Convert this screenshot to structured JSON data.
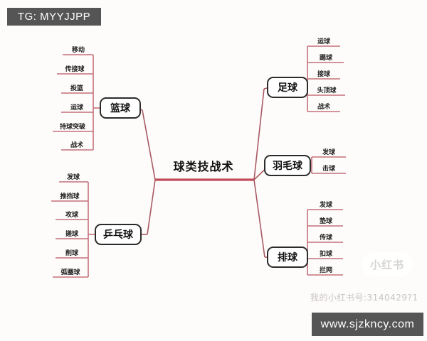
{
  "page": {
    "background": "#fdfcfa",
    "branch_color": "#c4707a",
    "trunk_color": "#c04a56",
    "node_border": "#2b2b2b"
  },
  "overlays": {
    "tg_tag": "TG: MYYJJPP",
    "url_tag": "www.sjzkncy.com",
    "xhs_logo": "小红书",
    "xhs_id": "我的小红书号:3140429?1"
  },
  "mindmap": {
    "center": "球类技战术",
    "branches": [
      {
        "id": "basketball",
        "label": "篮球",
        "side": "left",
        "children": [
          "移动",
          "传接球",
          "投篮",
          "运球",
          "持球突破",
          "战术"
        ]
      },
      {
        "id": "pingpong",
        "label": "乒乓球",
        "side": "left",
        "children": [
          "发球",
          "推挡球",
          "攻球",
          "搓球",
          "削球",
          "弧圈球"
        ]
      },
      {
        "id": "football",
        "label": "足球",
        "side": "right",
        "children": [
          "运球",
          "踢球",
          "接球",
          "头顶球",
          "战术"
        ]
      },
      {
        "id": "badminton",
        "label": "羽毛球",
        "side": "right",
        "children": [
          "发球",
          "击球"
        ]
      },
      {
        "id": "volleyball",
        "label": "排球",
        "side": "right",
        "children": [
          "发球",
          "垫球",
          "传球",
          "扣球",
          "拦网"
        ]
      }
    ]
  }
}
